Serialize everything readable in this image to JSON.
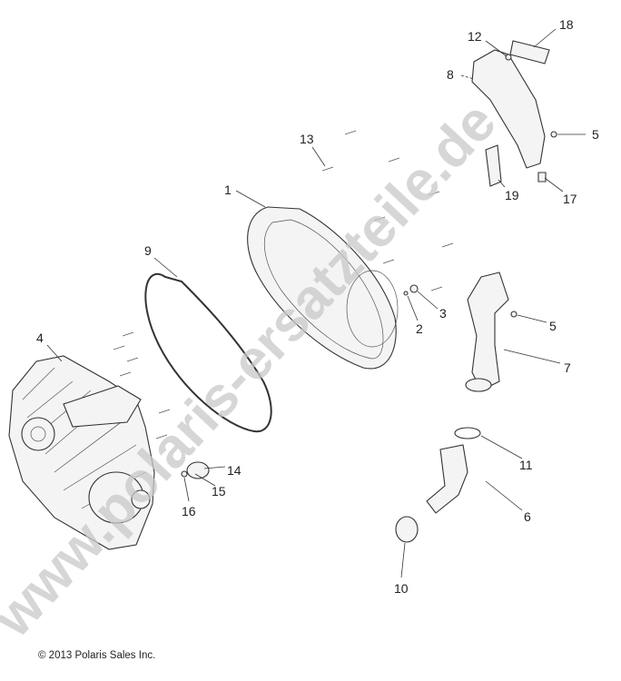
{
  "diagram": {
    "callouts": [
      {
        "id": "18",
        "text": "18"
      },
      {
        "id": "12",
        "text": "12"
      },
      {
        "id": "8",
        "text": "8"
      },
      {
        "id": "5a",
        "text": "5"
      },
      {
        "id": "13",
        "text": "13"
      },
      {
        "id": "19",
        "text": "19"
      },
      {
        "id": "17",
        "text": "17"
      },
      {
        "id": "1",
        "text": "1"
      },
      {
        "id": "9",
        "text": "9"
      },
      {
        "id": "3",
        "text": "3"
      },
      {
        "id": "2",
        "text": "2"
      },
      {
        "id": "5b",
        "text": "5"
      },
      {
        "id": "7",
        "text": "7"
      },
      {
        "id": "4",
        "text": "4"
      },
      {
        "id": "11",
        "text": "11"
      },
      {
        "id": "14",
        "text": "14"
      },
      {
        "id": "15",
        "text": "15"
      },
      {
        "id": "6",
        "text": "6"
      },
      {
        "id": "16",
        "text": "16"
      },
      {
        "id": "10",
        "text": "10"
      }
    ],
    "watermark": "www.polaris-ersatzteile.de",
    "copyright": "© 2013 Polaris Sales Inc."
  }
}
